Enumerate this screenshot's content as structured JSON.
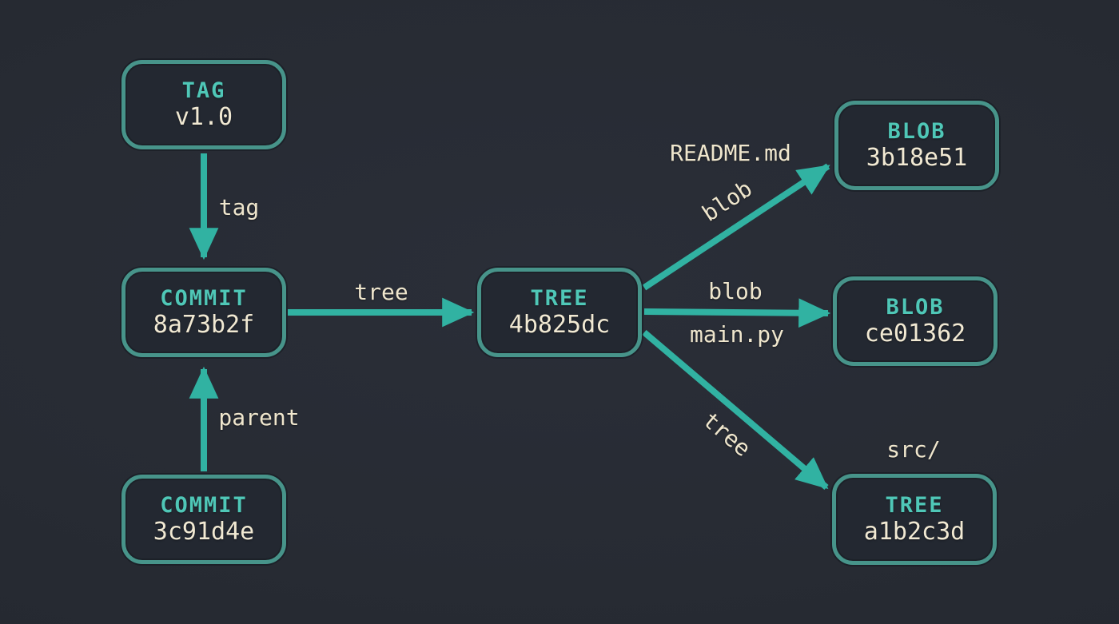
{
  "diagram": {
    "kind": "git-object-graph",
    "colors": {
      "background": "#272b33",
      "node_fill": "#232831",
      "node_border": "#47948a",
      "arrow": "#31b2a2",
      "node_type_text": "#4fc7b7",
      "node_value_text": "#f1e9d3",
      "edge_label_text": "#efe6cd"
    },
    "nodes": [
      {
        "id": "tag",
        "type": "TAG",
        "value": "v1.0"
      },
      {
        "id": "commit-head",
        "type": "COMMIT",
        "value": "8a73b2f"
      },
      {
        "id": "commit-parent",
        "type": "COMMIT",
        "value": "3c91d4e"
      },
      {
        "id": "tree-root",
        "type": "TREE",
        "value": "4b825dc"
      },
      {
        "id": "blob-readme",
        "type": "BLOB",
        "value": "3b18e51"
      },
      {
        "id": "blob-main",
        "type": "BLOB",
        "value": "ce01362"
      },
      {
        "id": "tree-src",
        "type": "TREE",
        "value": "a1b2c3d"
      }
    ],
    "edges": [
      {
        "from": "tag",
        "to": "commit-head",
        "label": "tag"
      },
      {
        "from": "commit-parent",
        "to": "commit-head",
        "label": "parent"
      },
      {
        "from": "commit-head",
        "to": "tree-root",
        "label": "tree"
      },
      {
        "from": "tree-root",
        "to": "blob-readme",
        "label": "blob",
        "entry_name": "README.md"
      },
      {
        "from": "tree-root",
        "to": "blob-main",
        "label": "blob",
        "entry_name": "main.py"
      },
      {
        "from": "tree-root",
        "to": "tree-src",
        "label": "tree",
        "entry_name": "src/"
      }
    ]
  }
}
